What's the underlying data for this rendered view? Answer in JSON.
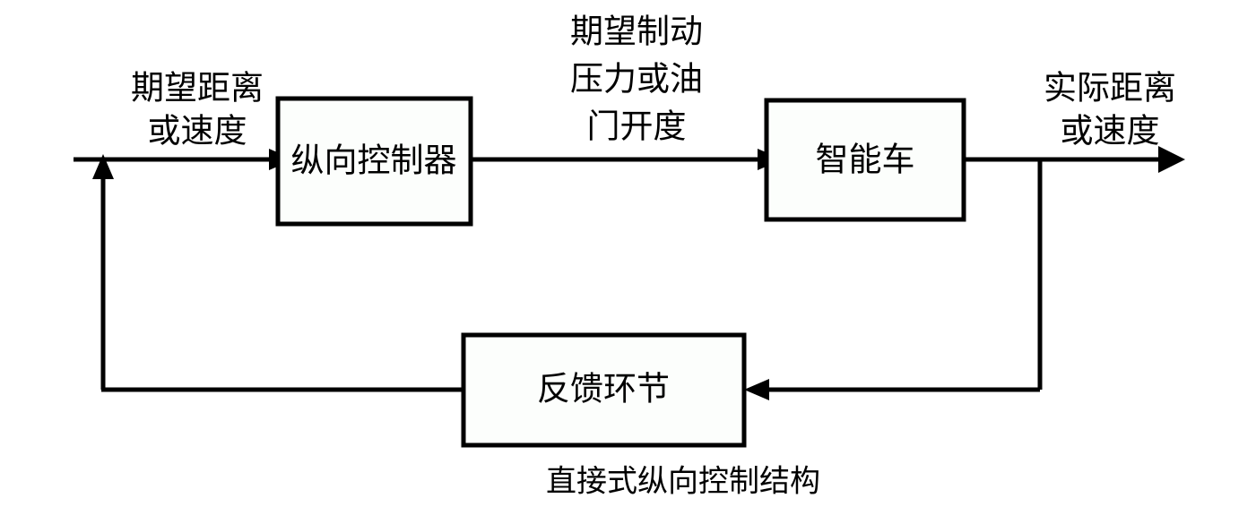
{
  "figure": {
    "caption": "直接式纵向控制结构",
    "background_color": "#ffffff",
    "line_color": "#000000",
    "block_fill_color": "#fcfefc"
  },
  "blocks": [
    {
      "id": "controller",
      "label": "纵向控制器"
    },
    {
      "id": "vehicle",
      "label": "智能车"
    },
    {
      "id": "feedback",
      "label": "反馈环节"
    }
  ],
  "signals": {
    "input": {
      "line1": "期望距离",
      "line2": "或速度"
    },
    "control": {
      "line1": "期望制动",
      "line2": "压力或油",
      "line3": "门开度"
    },
    "output": {
      "line1": "实际距离",
      "line2": "或速度"
    }
  }
}
